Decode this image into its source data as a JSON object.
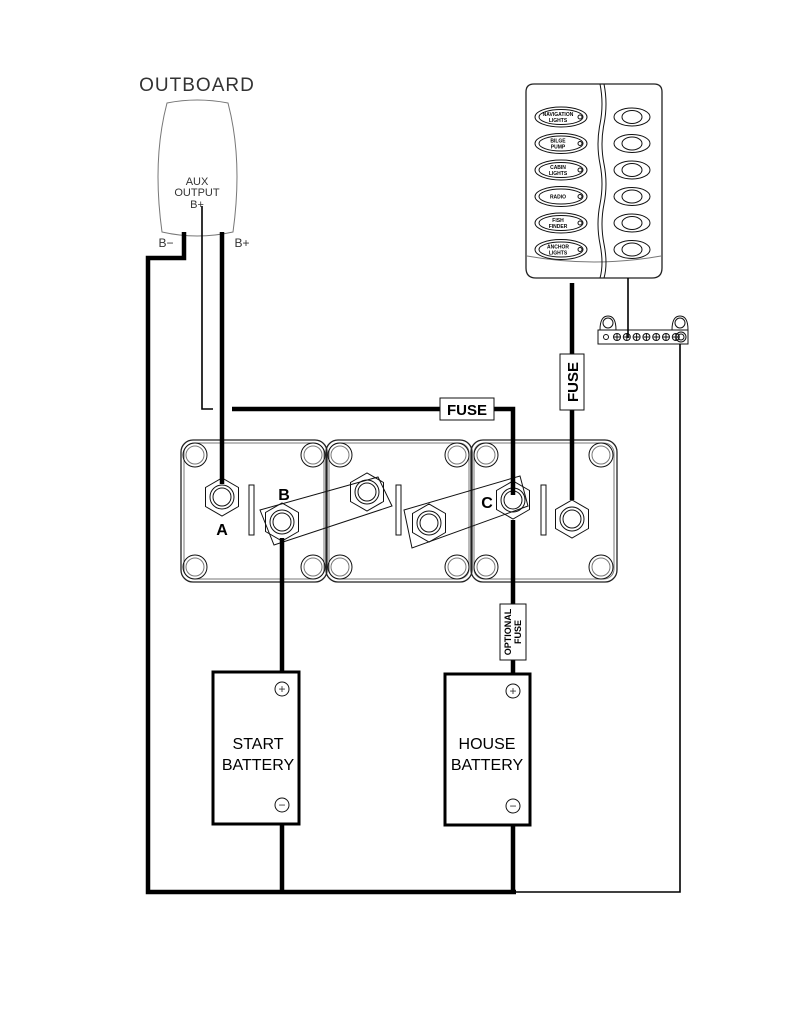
{
  "outboard": {
    "title": "OUTBOARD",
    "aux_line1": "AUX",
    "aux_line2": "OUTPUT",
    "aux_line3": "B+",
    "neg_label": "B−",
    "pos_label": "B+"
  },
  "switch_panel": {
    "switches": [
      {
        "line1": "NAVIGATION",
        "line2": "LIGHTS"
      },
      {
        "line1": "BILGE",
        "line2": "PUMP"
      },
      {
        "line1": "CABIN",
        "line2": "LIGHTS"
      },
      {
        "line1": "RADIO",
        "line2": ""
      },
      {
        "line1": "FISH",
        "line2": "FINDER"
      },
      {
        "line1": "ANCHOR",
        "line2": "LIGHTS"
      }
    ]
  },
  "fuses": {
    "horizontal": "FUSE",
    "panel_feed": "FUSE",
    "optional_line1": "OPTIONAL",
    "optional_line2": "FUSE"
  },
  "terminals": {
    "a": "A",
    "b": "B",
    "c": "C"
  },
  "batteries": {
    "start": {
      "line1": "START",
      "line2": "BATTERY",
      "pos": "+",
      "neg": "−"
    },
    "house": {
      "line1": "HOUSE",
      "line2": "BATTERY",
      "pos": "+",
      "neg": "−"
    }
  }
}
